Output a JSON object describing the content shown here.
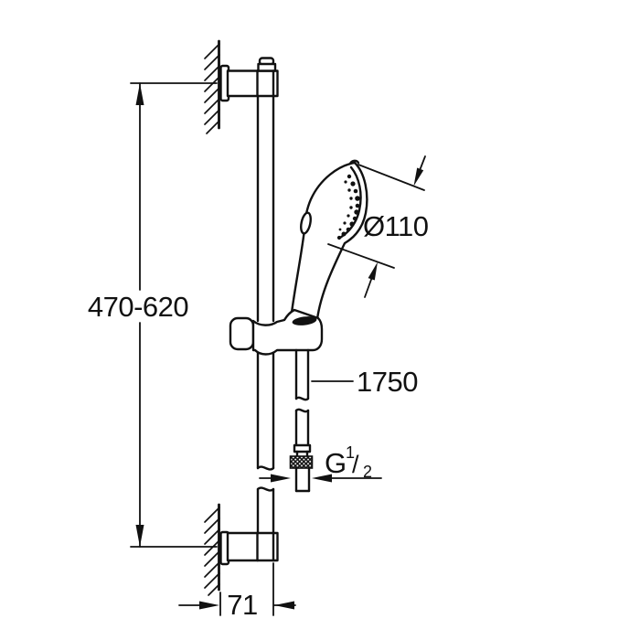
{
  "page": {
    "background": "#ffffff",
    "line_color": "#111111",
    "type": "technical-dimension-drawing",
    "subject": "shower slide rail set with hand shower, holder and hose"
  },
  "labels": {
    "rail_mount_height_range": "470-620",
    "shower_head_diameter": "Ø110",
    "hose_length": "1750",
    "thread_letter": "G",
    "thread_numerator": "1",
    "thread_slash": "/",
    "thread_denominator": "2",
    "wall_offset": "71"
  }
}
